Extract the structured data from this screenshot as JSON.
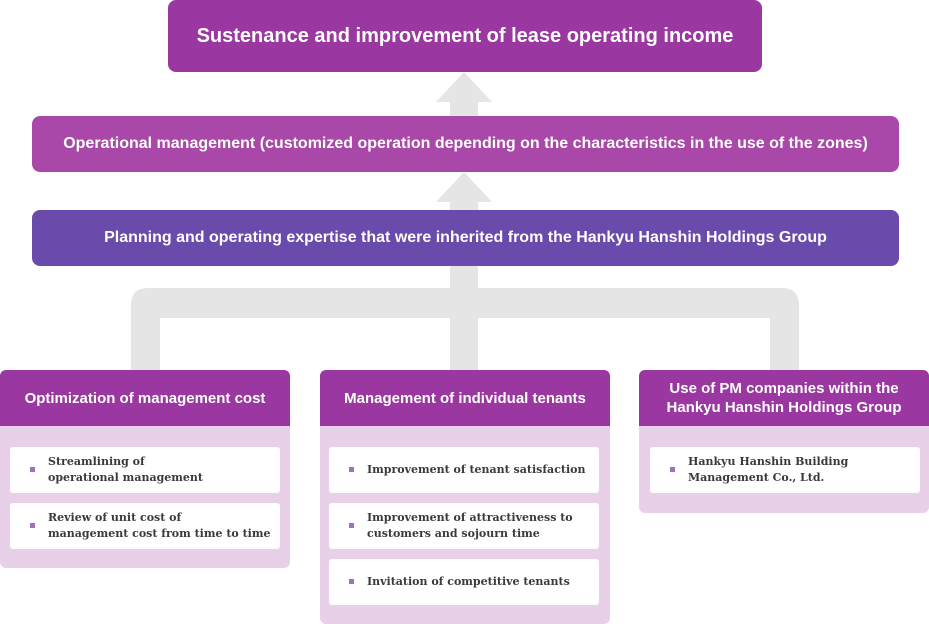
{
  "top": {
    "title": "Sustenance and improvement of lease operating income"
  },
  "operational": {
    "title": "Operational management (customized operation depending on the characteristics in the use of the zones)"
  },
  "planning": {
    "title": "Planning and operating expertise that were inherited from the Hankyu Hanshin Holdings Group"
  },
  "columns": [
    {
      "title": "Optimization of management cost",
      "items": [
        "Streamlining of\noperational management",
        "Review of unit cost of\nmanagement cost from time to time"
      ]
    },
    {
      "title": "Management of individual tenants",
      "items": [
        "Improvement of tenant satisfaction",
        "Improvement of attractiveness to\ncustomers and sojourn time",
        "Invitation of competitive tenants"
      ]
    },
    {
      "title": "Use of PM companies within the\nHankyu Hanshin Holdings Group",
      "items": [
        "Hankyu Hanshin Building\nManagement Co., Ltd."
      ]
    }
  ],
  "colors": {
    "header_purple": "#9a37a0",
    "planning_indigo": "#6a4aaa",
    "column_bg": "#e8d0e8",
    "arrow_gray": "#e5e5e5"
  }
}
